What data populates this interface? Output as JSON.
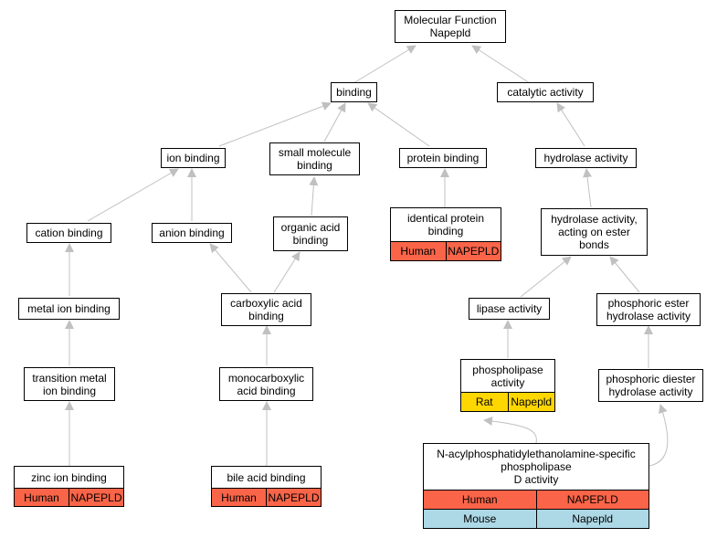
{
  "nodes": {
    "root": [
      "Molecular Function",
      "Napepld"
    ],
    "binding": [
      "binding"
    ],
    "catalytic": [
      "catalytic activity"
    ],
    "ion_binding": [
      "ion binding"
    ],
    "small_molecule": [
      "small molecule",
      "binding"
    ],
    "protein_binding": [
      "protein binding"
    ],
    "hydrolase": [
      "hydrolase activity"
    ],
    "cation": [
      "cation binding"
    ],
    "anion": [
      "anion binding"
    ],
    "organic_acid": [
      "organic acid",
      "binding"
    ],
    "hydrolase_ester": [
      "hydrolase activity,",
      "acting on ester",
      "bonds"
    ],
    "metal_ion": [
      "metal ion binding"
    ],
    "carboxylic": [
      "carboxylic acid",
      "binding"
    ],
    "lipase": [
      "lipase activity"
    ],
    "phosphoric_ester": [
      "phosphoric ester",
      "hydrolase activity"
    ],
    "transition_metal": [
      "transition metal",
      "ion binding"
    ],
    "monocarboxylic": [
      "monocarboxylic",
      "acid binding"
    ],
    "phosphoric_diester": [
      "phosphoric diester",
      "hydrolase activity"
    ]
  },
  "tables": {
    "identical_protein": {
      "title": [
        "identical protein",
        "binding"
      ],
      "rows": [
        [
          "Human",
          "NAPEPLD"
        ]
      ]
    },
    "zinc": {
      "title": [
        "zinc ion binding"
      ],
      "rows": [
        [
          "Human",
          "NAPEPLD"
        ]
      ]
    },
    "bile": {
      "title": [
        "bile acid binding"
      ],
      "rows": [
        [
          "Human",
          "NAPEPLD"
        ]
      ]
    },
    "phospholipase": {
      "title": [
        "phospholipase",
        "activity"
      ],
      "rows": [
        [
          "Rat",
          "Napepld"
        ]
      ]
    },
    "nape": {
      "title": [
        "N-acylphosphatidylethanolamine-specific",
        "phospholipase",
        "D activity"
      ],
      "rows": [
        [
          "Human",
          "NAPEPLD"
        ],
        [
          "Mouse",
          "Napepld"
        ]
      ]
    }
  },
  "colors": {
    "human": "#fa6448",
    "rat": "#ffd700",
    "mouse": "#add8e6",
    "edge": "#c0c0c0"
  }
}
